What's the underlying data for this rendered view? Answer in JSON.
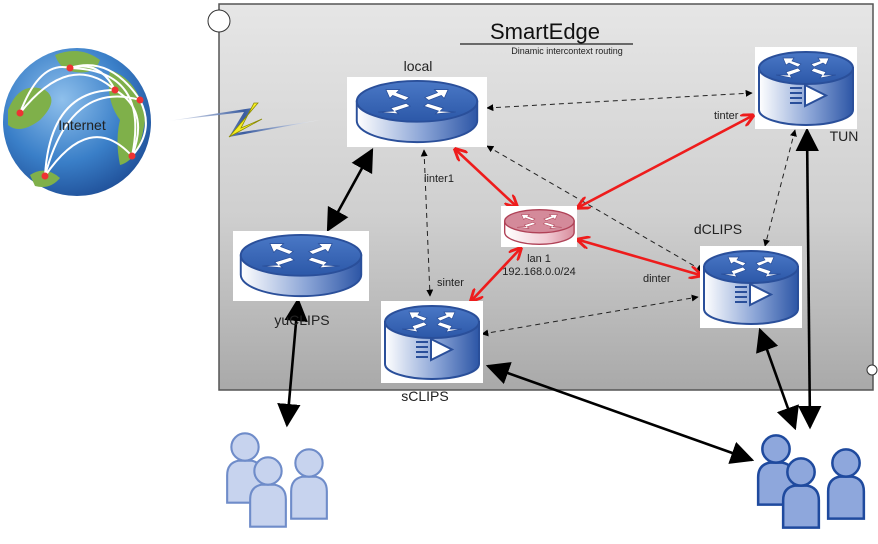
{
  "title": "SmartEdge",
  "subtitle": "Dinamic intercontext routing",
  "internet": {
    "label": "Internet"
  },
  "nodes": {
    "local": {
      "label": "local",
      "type": "router"
    },
    "tun": {
      "label": "TUN",
      "type": "service-router"
    },
    "lan1": {
      "label": "lan 1",
      "subnet": "192.168.0.0/24",
      "type": "router"
    },
    "yuclips": {
      "label": "yuCLIPS",
      "type": "router"
    },
    "sclips": {
      "label": "sCLIPS",
      "type": "service-router"
    },
    "dclips": {
      "label": "dCLIPS",
      "type": "service-router"
    }
  },
  "links": {
    "linter1": "linter1",
    "sinter": "sinter",
    "dinter": "dinter",
    "tinter": "tinter"
  },
  "colors": {
    "router_blue": "#3a63b0",
    "lan_red": "#c04b5e",
    "red_link": "#ee1c1c",
    "users_light": "#c7d3ee",
    "users_dark": "#8ea7dc"
  },
  "users": [
    {
      "name": "user-group-left"
    },
    {
      "name": "user-group-right"
    }
  ]
}
